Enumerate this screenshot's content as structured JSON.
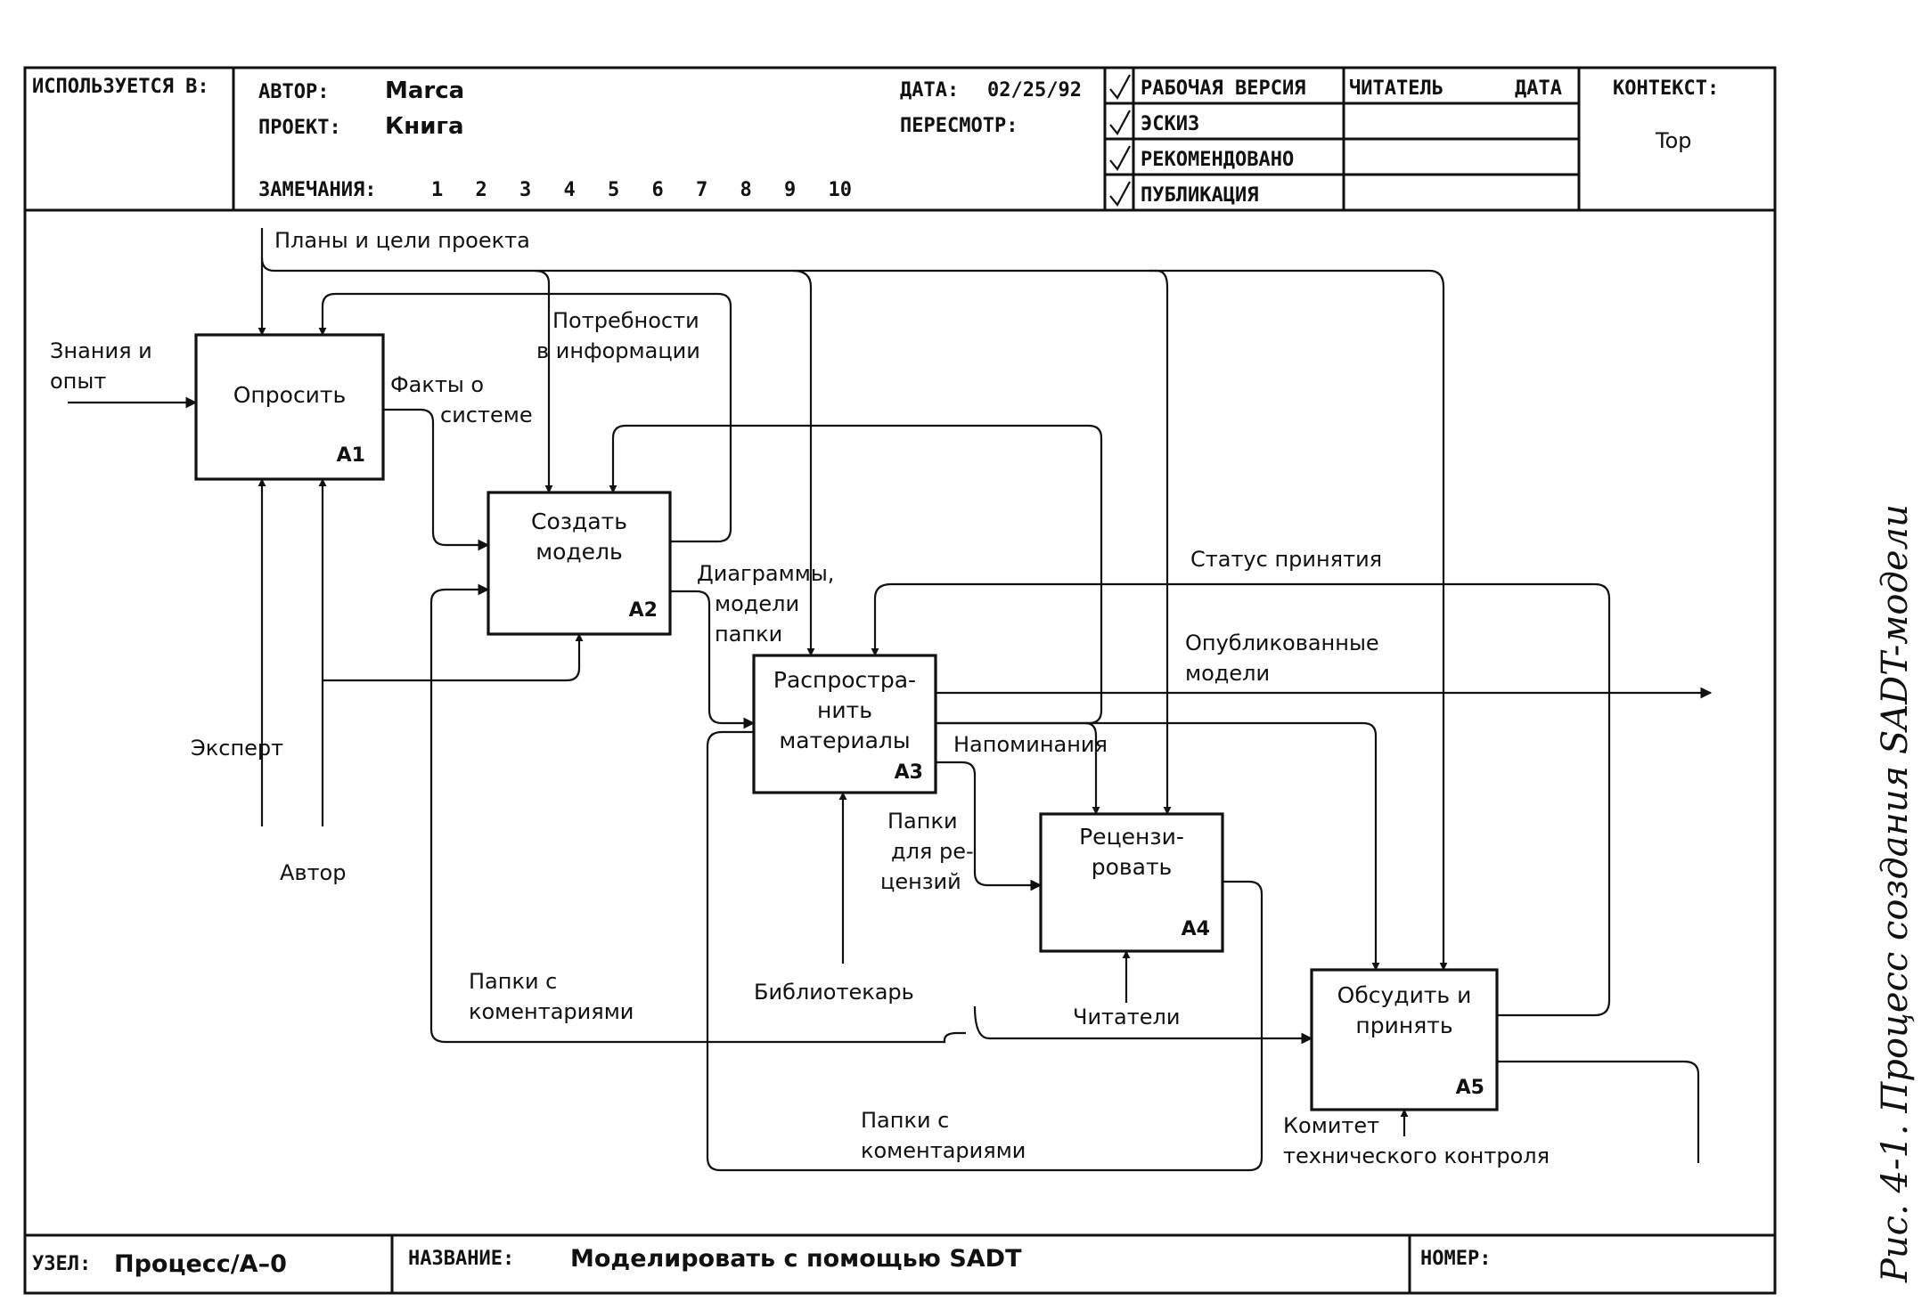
{
  "header": {
    "used_in_label": "ИСПОЛЬЗУЕТСЯ В:",
    "author_label": "АВТОР:",
    "author_value": "Marca",
    "project_label": "ПРОЕКТ:",
    "project_value": "Книга",
    "notes_label": "ЗАМЕЧАНИЯ:",
    "notes_numbers": [
      "1",
      "2",
      "3",
      "4",
      "5",
      "6",
      "7",
      "8",
      "9",
      "10"
    ],
    "date_label": "ДАТА:",
    "date_value": "02/25/92",
    "revision_label": "ПЕРЕСМОТР:",
    "statuses": [
      "РАБОЧАЯ ВЕРСИЯ",
      "ЭСКИЗ",
      "РЕКОМЕНДОВАНО",
      "ПУБЛИКАЦИЯ"
    ],
    "reader_label": "ЧИТАТЕЛЬ",
    "reader_date_label": "ДАТА",
    "context_label": "КОНТЕКСТ:",
    "context_value": "Top"
  },
  "boxes": [
    {
      "id": "A1",
      "lines": [
        "Опросить"
      ]
    },
    {
      "id": "A2",
      "lines": [
        "Создать",
        "модель"
      ]
    },
    {
      "id": "A3",
      "lines": [
        "Распростра-",
        "нить",
        "материалы"
      ]
    },
    {
      "id": "A4",
      "lines": [
        "Рецензи-",
        "ровать"
      ]
    },
    {
      "id": "A5",
      "lines": [
        "Обсудить и",
        "принять"
      ]
    }
  ],
  "arrow_labels": {
    "plans": "Планы и цели проекта",
    "knowledge": [
      "Знания и",
      "опыт"
    ],
    "facts": [
      "Факты о",
      "системе"
    ],
    "needs": [
      "Потребности",
      "в информации"
    ],
    "status": "Статус принятия",
    "diagrams": [
      "Диаграммы,",
      "модели",
      "папки"
    ],
    "published": [
      "Опубликованные",
      "модели"
    ],
    "reminders": "Напоминания",
    "review_folders": [
      "Папки",
      "для ре-",
      "цензий"
    ],
    "expert": "Эксперт",
    "author": "Автор",
    "librarian": "Библиотекарь",
    "readers": "Читатели",
    "commented_folders_1": [
      "Папки с",
      "коментариями"
    ],
    "commented_folders_2": [
      "Папки с",
      "коментариями"
    ],
    "committee": [
      "Комитет",
      "технического контроля"
    ]
  },
  "footer": {
    "node_label": "УЗЕЛ:",
    "node_value": "Процесс/A–0",
    "title_label": "НАЗВАНИЕ:",
    "title_value": "Моделировать с помощью SADT",
    "number_label": "НОМЕР:"
  },
  "caption": "Рис. 4-1. Процесс создания SADT-модели"
}
